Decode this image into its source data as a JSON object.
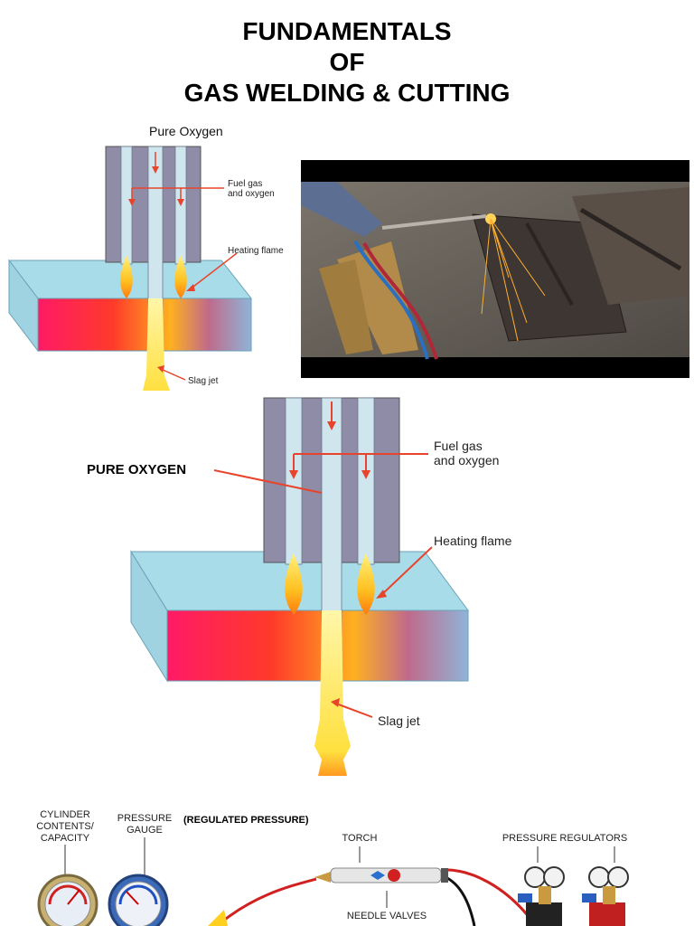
{
  "title": {
    "line1": "FUNDAMENTALS",
    "line2": "OF",
    "line3": "GAS WELDING & CUTTING"
  },
  "diagram_small": {
    "top_label": "Pure Oxygen",
    "fuel_label_1": "Fuel gas",
    "fuel_label_2": "and oxygen",
    "flame_label": "Heating flame",
    "slag_label": "Slag jet"
  },
  "diagram_large": {
    "left_label": "PURE OXYGEN",
    "fuel_label_1": "Fuel gas",
    "fuel_label_2": "and oxygen",
    "flame_label": "Heating flame",
    "slag_label": "Slag jet"
  },
  "equipment": {
    "contents_1": "CYLINDER",
    "contents_2": "CONTENTS/",
    "contents_3": "CAPACITY",
    "pressure_1": "PRESSURE",
    "pressure_2": "GAUGE",
    "regulated": "(REGULATED PRESSURE)",
    "torch": "TORCH",
    "needle": "NEEDLE VALVES",
    "regulators": "PRESSURE REGULATORS"
  },
  "colors": {
    "nozzle": "#8e8ca6",
    "oxygen_channel": "#cfe6ee",
    "arrow": "#e8442c",
    "plate_top": "#a9dce9"
  }
}
